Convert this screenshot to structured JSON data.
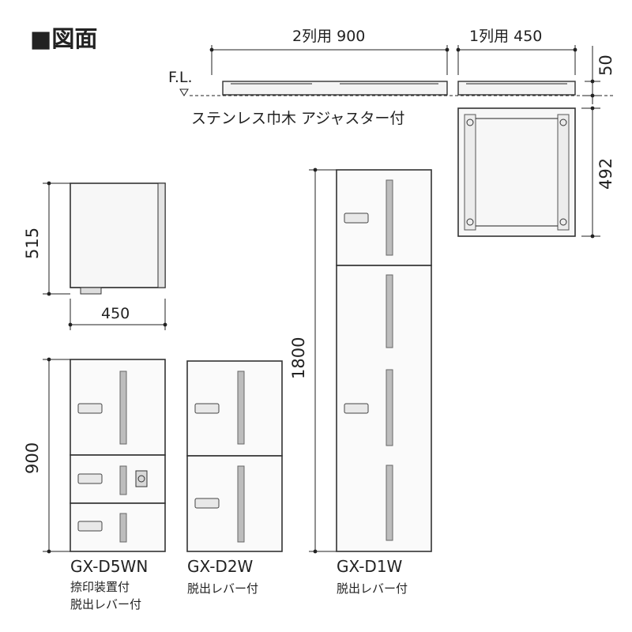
{
  "header": {
    "title": "■図面"
  },
  "plan_view": {
    "width_2col": "2列用  900",
    "width_1col": "1列用  450",
    "height_50": "50",
    "floor_level": "F.L.",
    "baseboard_note": "ステンレス巾木 アジャスター付",
    "depth_492": "492"
  },
  "side_view": {
    "height": "515",
    "width": "450"
  },
  "total_height": "1800",
  "units": [
    {
      "height_label": "900",
      "model": "GX-D5WN",
      "features": [
        "捺印装置付",
        "脱出レバー付"
      ]
    },
    {
      "model": "GX-D2W",
      "features": [
        "脱出レバー付"
      ]
    },
    {
      "model": "GX-D1W",
      "features": [
        "脱出レバー付"
      ]
    }
  ]
}
